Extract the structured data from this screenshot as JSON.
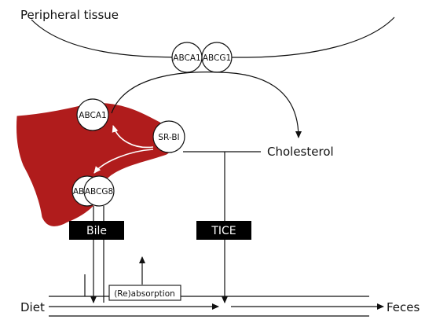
{
  "labels": {
    "peripheral_tissue": "Peripheral tissue",
    "cholesterol": "Cholesterol",
    "diet": "Diet",
    "feces": "Feces",
    "reabsorption": "(Re)absorption"
  },
  "transporters": {
    "peripheral_abca1": "ABCA1",
    "peripheral_abcg1": "ABCG1",
    "liver_abca1": "ABCA1",
    "liver_srbi": "SR-BI",
    "liver_abcg5": "ABCG5",
    "liver_abcg8": "ABCG8"
  },
  "boxes": {
    "bile": "Bile",
    "tice": "TICE"
  },
  "colors": {
    "liver": "#b01c1c",
    "box": "#000000",
    "line": "#111111",
    "liver_arrow": "#ffffff"
  }
}
